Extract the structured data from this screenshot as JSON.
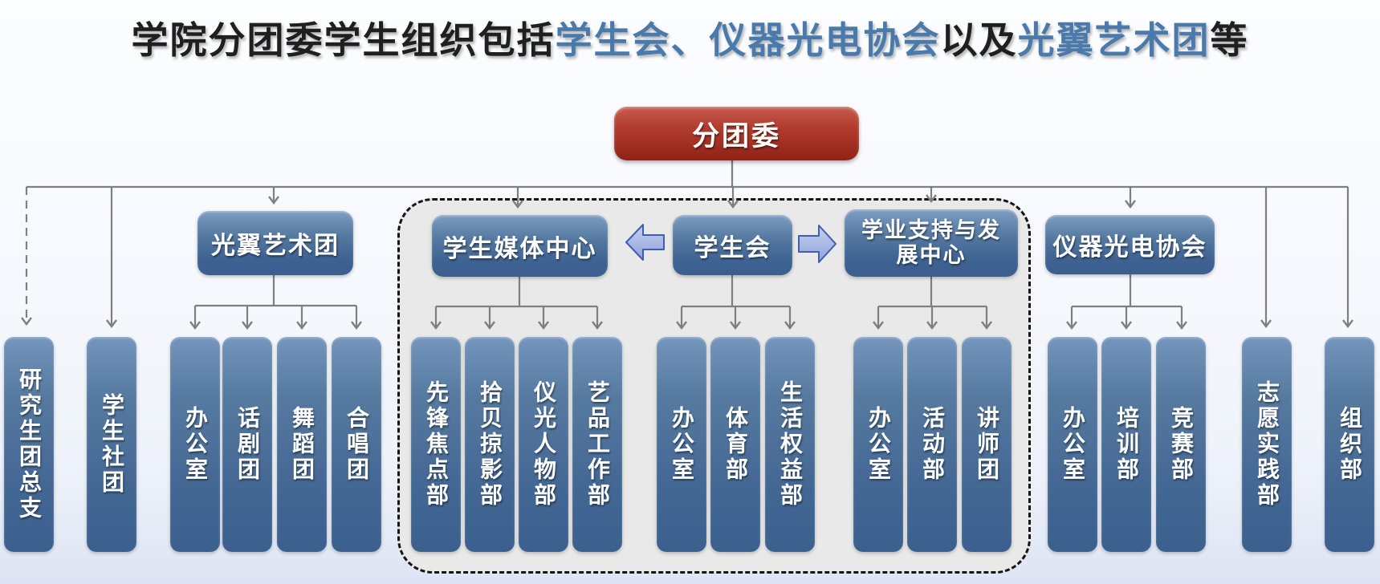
{
  "theme": {
    "title_dark": "#1f1f1f",
    "title_blue": "#4a7aab",
    "root_red": "#a93226",
    "node_blue": "#44699a",
    "connector_gray": "#7f7f7f",
    "container_gray": "#e9e9e9",
    "block_arrow_fill": "#aab9e4",
    "block_arrow_stroke": "#3f5fae"
  },
  "title": {
    "segments": [
      {
        "text": "学院分团委学生组织包括",
        "color": "#1f1f1f"
      },
      {
        "text": "学生会、仪器光电协会",
        "color": "#4a7aab"
      },
      {
        "text": "以及",
        "color": "#1f1f1f"
      },
      {
        "text": "光翼艺术团",
        "color": "#4a7aab"
      },
      {
        "text": "等",
        "color": "#1f1f1f"
      }
    ]
  },
  "org": {
    "root": "分团委",
    "standalone_left": [
      "研究生团总支",
      "学生社团"
    ],
    "branches": [
      {
        "label": "光翼艺术团",
        "children": [
          "办公室",
          "话剧团",
          "舞蹈团",
          "合唱团"
        ]
      },
      {
        "label": "学生媒体中心",
        "children": [
          "先锋焦点部",
          "拾贝掠影部",
          "仪光人物部",
          "艺品工作部"
        ]
      },
      {
        "label": "学生会",
        "children": [
          "办公室",
          "体育部",
          "生活权益部"
        ]
      },
      {
        "label": "学业支持与发展中心",
        "children": [
          "办公室",
          "活动部",
          "讲师团"
        ]
      },
      {
        "label": "仪器光电协会",
        "children": [
          "办公室",
          "培训部",
          "竞赛部"
        ]
      }
    ],
    "standalone_right": [
      "志愿实践部",
      "组织部"
    ]
  }
}
